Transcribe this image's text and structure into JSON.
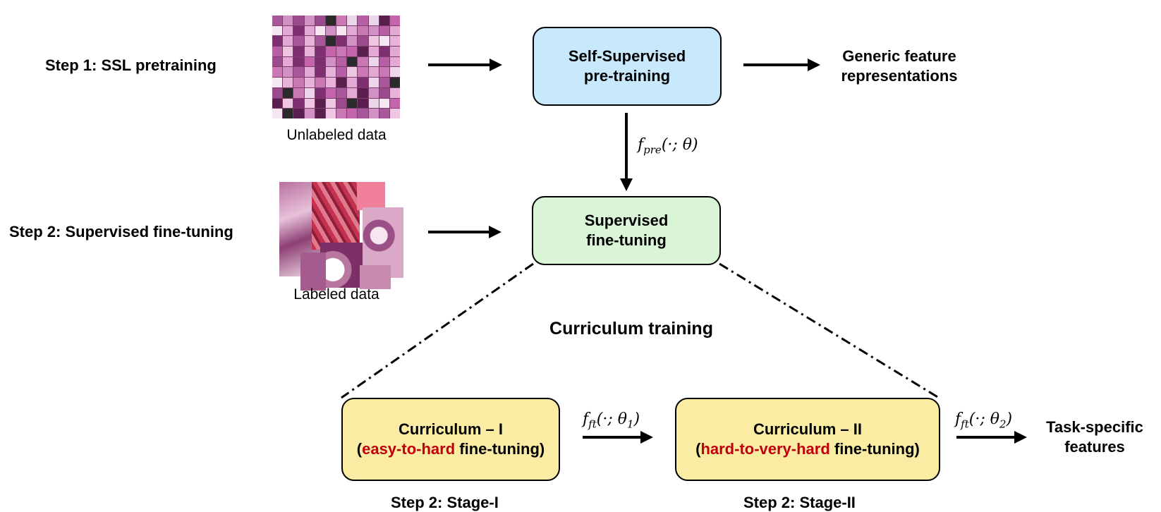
{
  "steps": {
    "step1": "Step 1: SSL pretraining",
    "step2": "Step 2: Supervised fine-tuning",
    "stage1": "Step 2: Stage-I",
    "stage2": "Step 2: Stage-II"
  },
  "captions": {
    "unlabeled": "Unlabeled data",
    "labeled": "Labeled data"
  },
  "boxes": {
    "ssl_line1": "Self-Supervised",
    "ssl_line2": "pre-training",
    "sup_line1": "Supervised",
    "sup_line2": "fine-tuning",
    "cur1_title": "Curriculum – I",
    "cur1_open": "(",
    "cur1_hl": "easy-to-hard",
    "cur1_rest": " fine-tuning)",
    "cur2_title": "Curriculum – II",
    "cur2_open": "(",
    "cur2_hl": "hard-to-very-hard",
    "cur2_rest": " fine-tuning)"
  },
  "outputs": {
    "generic_line1": "Generic feature",
    "generic_line2": "representations",
    "task_line1": "Task-specific",
    "task_line2": "features"
  },
  "curriculum_title": "Curriculum training",
  "math": {
    "fpre_f": "f",
    "fpre_sub": "pre",
    "fpre_args": "(·; θ)",
    "fft1_f": "f",
    "fft1_sub": "ft",
    "fft1_args_a": "(·; θ",
    "fft1_sub2": "1",
    "fft1_args_b": ")",
    "fft2_f": "f",
    "fft2_sub": "ft",
    "fft2_args_a": "(·; θ",
    "fft2_sub2": "2",
    "fft2_args_b": ")"
  },
  "colors": {
    "ssl_box": "#c8e8fb",
    "sup_box": "#d9f4d6",
    "curriculum_box": "#fbeca4",
    "highlight": "#c0000c"
  }
}
